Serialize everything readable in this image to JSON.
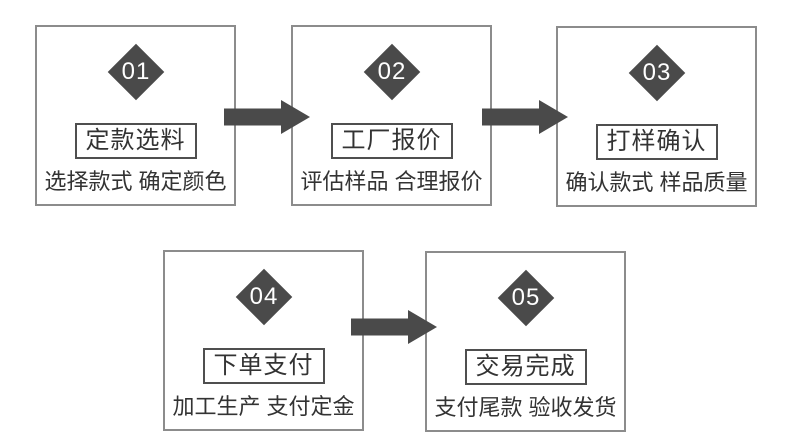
{
  "diagram": {
    "type": "process-flow",
    "language": "zh-CN",
    "background": "#ffffff"
  },
  "colors": {
    "badge_fill": "#4a4a4a",
    "badge_text": "#ffffff",
    "arrow_fill": "#4a4a4a",
    "outer_box_border": "#8c8c8c",
    "title_box_border": "#4f4f4f",
    "text": "#333333"
  },
  "steps": [
    {
      "number": "01",
      "title": "定款选料",
      "subtitle": "选择款式 确定颜色"
    },
    {
      "number": "02",
      "title": "工厂报价",
      "subtitle": "评估样品 合理报价"
    },
    {
      "number": "03",
      "title": "打样确认",
      "subtitle": "确认款式 样品质量"
    },
    {
      "number": "04",
      "title": "下单支付",
      "subtitle": "加工生产 支付定金"
    },
    {
      "number": "05",
      "title": "交易完成",
      "subtitle": "支付尾款 验收发货"
    }
  ],
  "arrows": [
    {
      "from": "01",
      "to": "02"
    },
    {
      "from": "02",
      "to": "03"
    },
    {
      "from": "04",
      "to": "05"
    }
  ]
}
